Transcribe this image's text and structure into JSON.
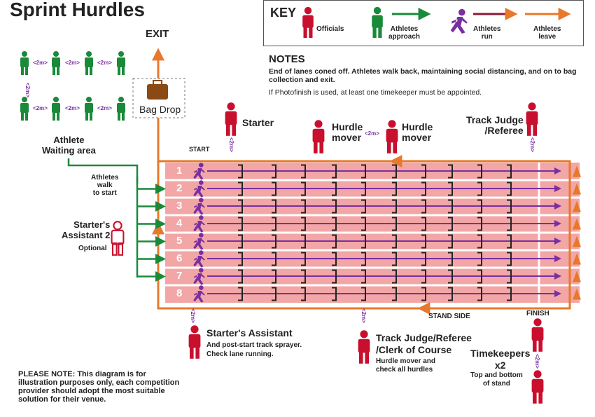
{
  "title": "Sprint Hurdles",
  "key": {
    "heading": "KEY",
    "officials": "Officials",
    "approach": "Athletes\napproach",
    "run": "Athletes\nrun",
    "leave": "Athletes\nleave"
  },
  "notes": {
    "heading": "NOTES",
    "line1": "End of lanes coned off.  Athletes walk back, maintaining social distancing, and on to bag",
    "line2": "collection and exit.",
    "line3": "If Photofinish is used, at least one timekeeper must be appointed."
  },
  "exit": "EXIT",
  "bag_drop": "Bag Drop",
  "distance_label": "<2m>",
  "waiting_area": "Athlete\nWaiting area",
  "athletes_walk": "Athletes\nwalk\nto start",
  "starters_assistant2": "Starter's\nAssistant 2",
  "optional": "Optional",
  "starter": "Starter",
  "hurdle_mover": "Hurdle\nmover",
  "track_judge_referee": "Track Judge\n/Referee",
  "start": "START",
  "stand_side": "STAND SIDE",
  "finish": "FINISH",
  "starters_assistant": "Starter's Assistant",
  "starters_assistant_desc": "And post-start track sprayer.\nCheck lane running.",
  "track_judge_clerk": "Track Judge/Referee\n/Clerk of Course",
  "track_judge_clerk_desc": "Hurdle mover and\ncheck all hurdles",
  "timekeepers": "Timekeepers\nx2",
  "timekeepers_desc": "Top and bottom\nof stand",
  "please_note": "PLEASE NOTE: This diagram is for\nillustration purposes only, each competition\nprovider should adopt the most suitable\nsolution for their venue.",
  "lanes": [
    "1",
    "2",
    "3",
    "4",
    "5",
    "6",
    "7",
    "8"
  ],
  "colors": {
    "official": "#c8102e",
    "athlete": "#1a8a3a",
    "run": "#8b1a5a",
    "leave": "#e8782a",
    "lane": "#f2a6a6",
    "lane_line": "#ffffff",
    "purple": "#7a2fa0"
  }
}
